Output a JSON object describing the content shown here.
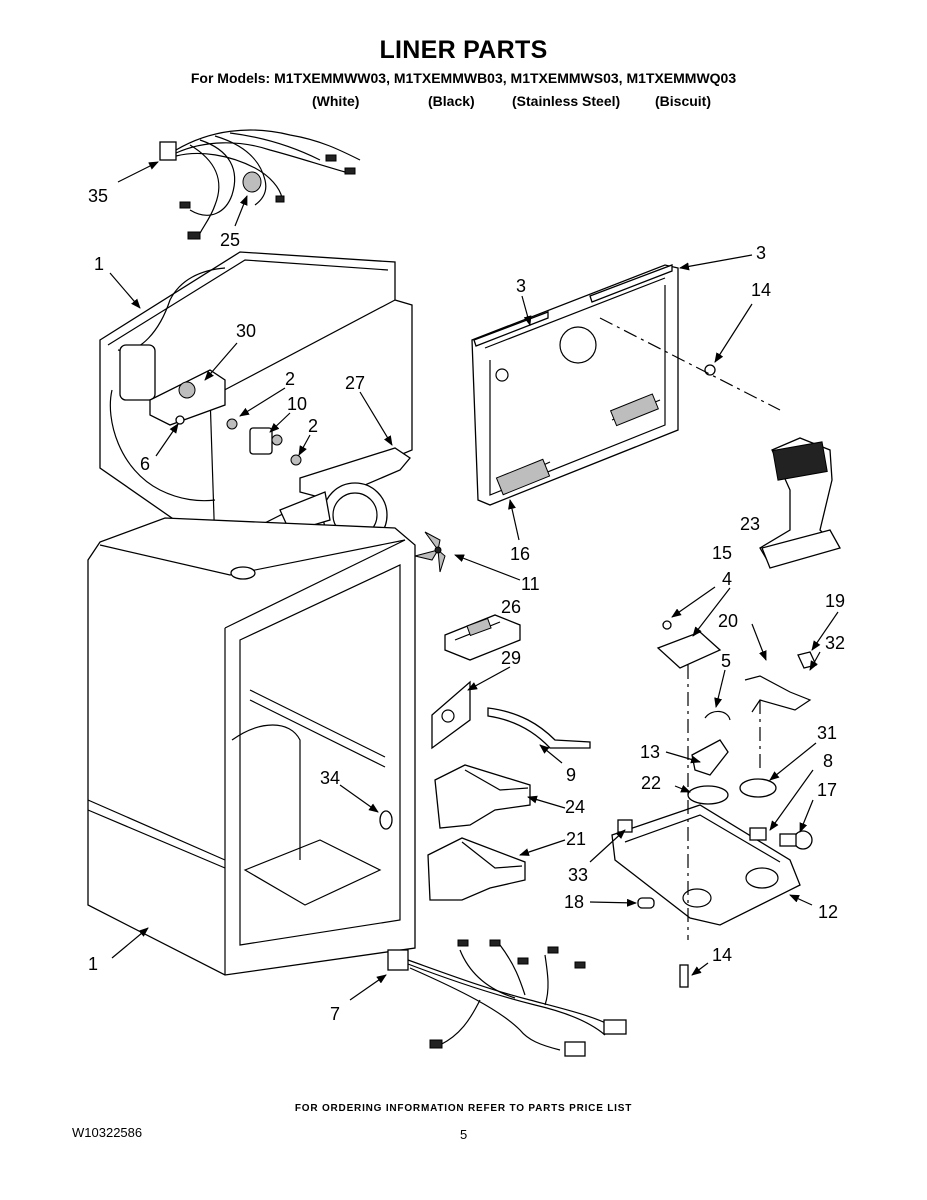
{
  "header": {
    "title": "LINER PARTS",
    "models_line": "For Models: M1TXEMMWW03, M1TXEMMWB03, M1TXEMMWS03, M1TXEMMWQ03",
    "colors": [
      "(White)",
      "(Black)",
      "(Stainless Steel)",
      "(Biscuit)"
    ]
  },
  "callouts": {
    "c35": "35",
    "c25": "25",
    "c1a": "1",
    "c30": "30",
    "c2a": "2",
    "c27": "27",
    "c10": "10",
    "c2b": "2",
    "c6": "6",
    "c3a": "3",
    "c3b": "3",
    "c14a": "14",
    "c16": "16",
    "c11": "11",
    "c23": "23",
    "c15": "15",
    "c4": "4",
    "c26": "26",
    "c19": "19",
    "c20": "20",
    "c32": "32",
    "c29": "29",
    "c5": "5",
    "c9": "9",
    "c13": "13",
    "c31": "31",
    "c22": "22",
    "c8": "8",
    "c34": "34",
    "c24": "24",
    "c17": "17",
    "c21": "21",
    "c33": "33",
    "c18": "18",
    "c12": "12",
    "c1b": "1",
    "c14b": "14",
    "c7": "7"
  },
  "footer": {
    "ordering_note": "FOR ORDERING INFORMATION REFER TO PARTS PRICE LIST",
    "doc_number": "W10322586",
    "page_number": "5"
  }
}
